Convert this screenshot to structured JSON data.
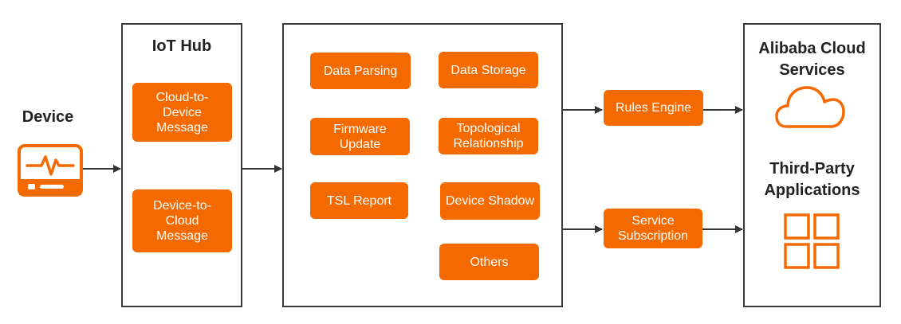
{
  "device": {
    "label": "Device",
    "icon": "monitor-pulse-icon"
  },
  "iot_hub": {
    "title": "IoT Hub",
    "items": [
      "Cloud-to-\nDevice\nMessage",
      "Device-to-\nCloud\nMessage"
    ]
  },
  "features": {
    "items": [
      "Data Parsing",
      "Data Storage",
      "Firmware\nUpdate",
      "Topological\nRelationship",
      "TSL Report",
      "Device Shadow",
      "Others"
    ]
  },
  "middle": {
    "rules_engine": "Rules Engine",
    "service_subscription": "Service\nSubscription"
  },
  "targets": {
    "cloud_title": "Alibaba Cloud\nServices",
    "cloud_icon": "cloud-icon",
    "apps_title": "Third-Party\nApplications",
    "apps_icon": "grid-icon"
  },
  "colors": {
    "accent": "#f56a00",
    "border": "#3a3a3a",
    "arrow": "#333333"
  }
}
